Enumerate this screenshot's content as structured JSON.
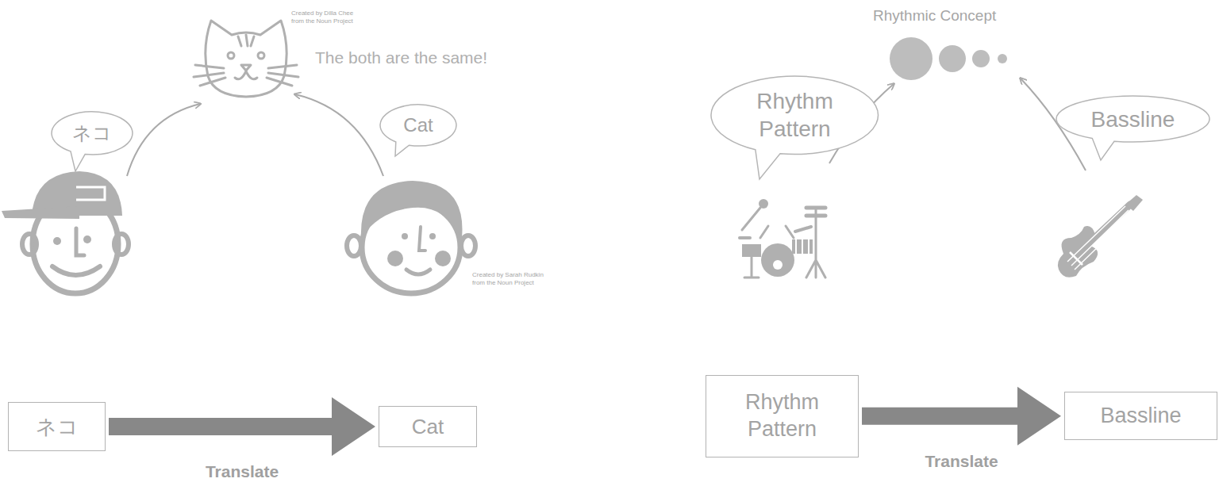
{
  "diagram": {
    "nodes": [
      {
        "text": [
          "ネコ"
        ]
      },
      {
        "text": [
          "Cat"
        ]
      },
      {
        "text": [
          "Rhythm Pattern"
        ]
      },
      {
        "text": [
          "Bassline"
        ]
      },
      {
        "text": [
          "ネコ"
        ]
      },
      {
        "text": [
          "Cat"
        ]
      },
      {
        "text": [
          "Rhythm Pattern"
        ]
      },
      {
        "text": [
          "Bassline"
        ]
      }
    ],
    "edges": [
      {
        "from": 4,
        "to": 5,
        "arrow": "to",
        "label": "Translate"
      },
      {
        "from": 6,
        "to": 7,
        "arrow": "to",
        "label": "Translate"
      }
    ],
    "labels": [
      "Created by Dilla Chee from the Noun Project",
      "The both are the same!",
      "Created by Sarah Rudkin from the Noun Project",
      "Rhythmic Concept"
    ]
  }
}
